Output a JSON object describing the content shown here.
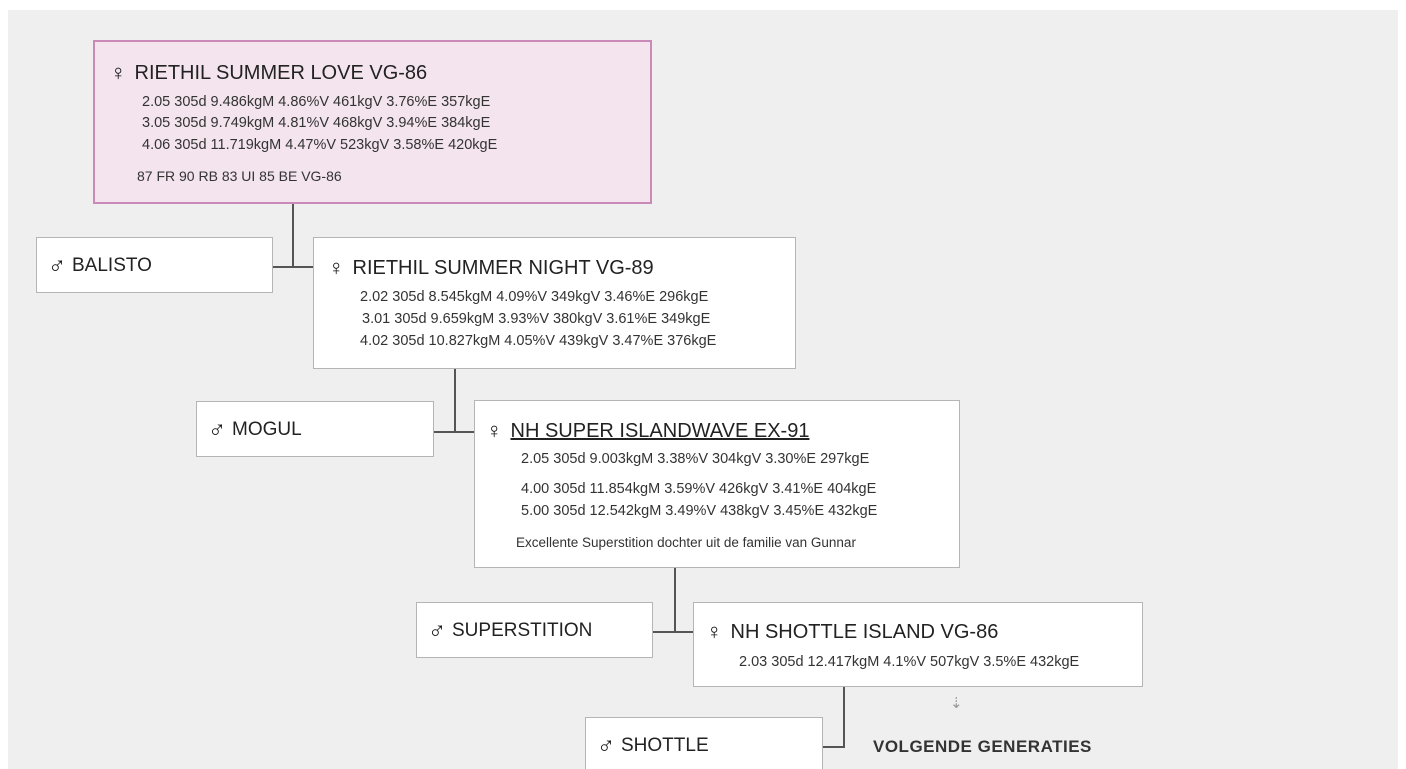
{
  "generations": [
    {
      "female": {
        "symbol": "♀",
        "name": "RIETHIL SUMMER LOVE VG-86",
        "lactations": [
          "2.05 305d 9.486kgM 4.86%V  461kgV 3.76%E 357kgE",
          "3.05 305d 9.749kgM  4.81%V 468kgV 3.94%E  384kgE",
          "4.06 305d  11.719kgM  4.47%V 523kgV 3.58%E 420kgE"
        ],
        "note": "87 FR  90 RB  83 UI  85 BE  VG-86"
      },
      "sire": {
        "symbol": "♂",
        "name": "BALISTO"
      }
    },
    {
      "female": {
        "symbol": "♀",
        "name": "RIETHIL SUMMER NIGHT VG-89",
        "lactations": [
          "2.02 305d  8.545kgM 4.09%V  349kgV 3.46%E 296kgE",
          "3.01 305d  9.659kgM  3.93%V  380kgV  3.61%E  349kgE",
          "4.02 305d 10.827kgM 4.05%V 439kgV 3.47%E  376kgE"
        ]
      },
      "sire": {
        "symbol": "♂",
        "name": "MOGUL"
      }
    },
    {
      "female": {
        "symbol": "♀",
        "name": "NH SUPER ISLANDWAVE EX-91",
        "lactations": [
          "2.05 305d  9.003kgM 3.38%V 304kgV 3.30%E 297kgE",
          "4.00 305d  11.854kgM 3.59%V 426kgV  3.41%E 404kgE",
          "5.00 305d 12.542kgM 3.49%V 438kgV 3.45%E 432kgE"
        ],
        "note": "Excellente Superstition dochter uit de familie van Gunnar"
      },
      "sire": {
        "symbol": "♂",
        "name": "SUPERSTITION"
      }
    },
    {
      "female": {
        "symbol": "♀",
        "name": "NH SHOTTLE ISLAND VG-86",
        "lactations": [
          "2.03 305d 12.417kgM 4.1%V 507kgV 3.5%E 432kgE"
        ]
      },
      "sire": {
        "symbol": "♂",
        "name": "SHOTTLE"
      }
    }
  ],
  "next_generations_label": "VOLGENDE GENERATIES",
  "next_arrow_icon": "⇣",
  "colors": {
    "selected_bg": "#f3e4ee",
    "selected_border": "#c98ab7"
  }
}
